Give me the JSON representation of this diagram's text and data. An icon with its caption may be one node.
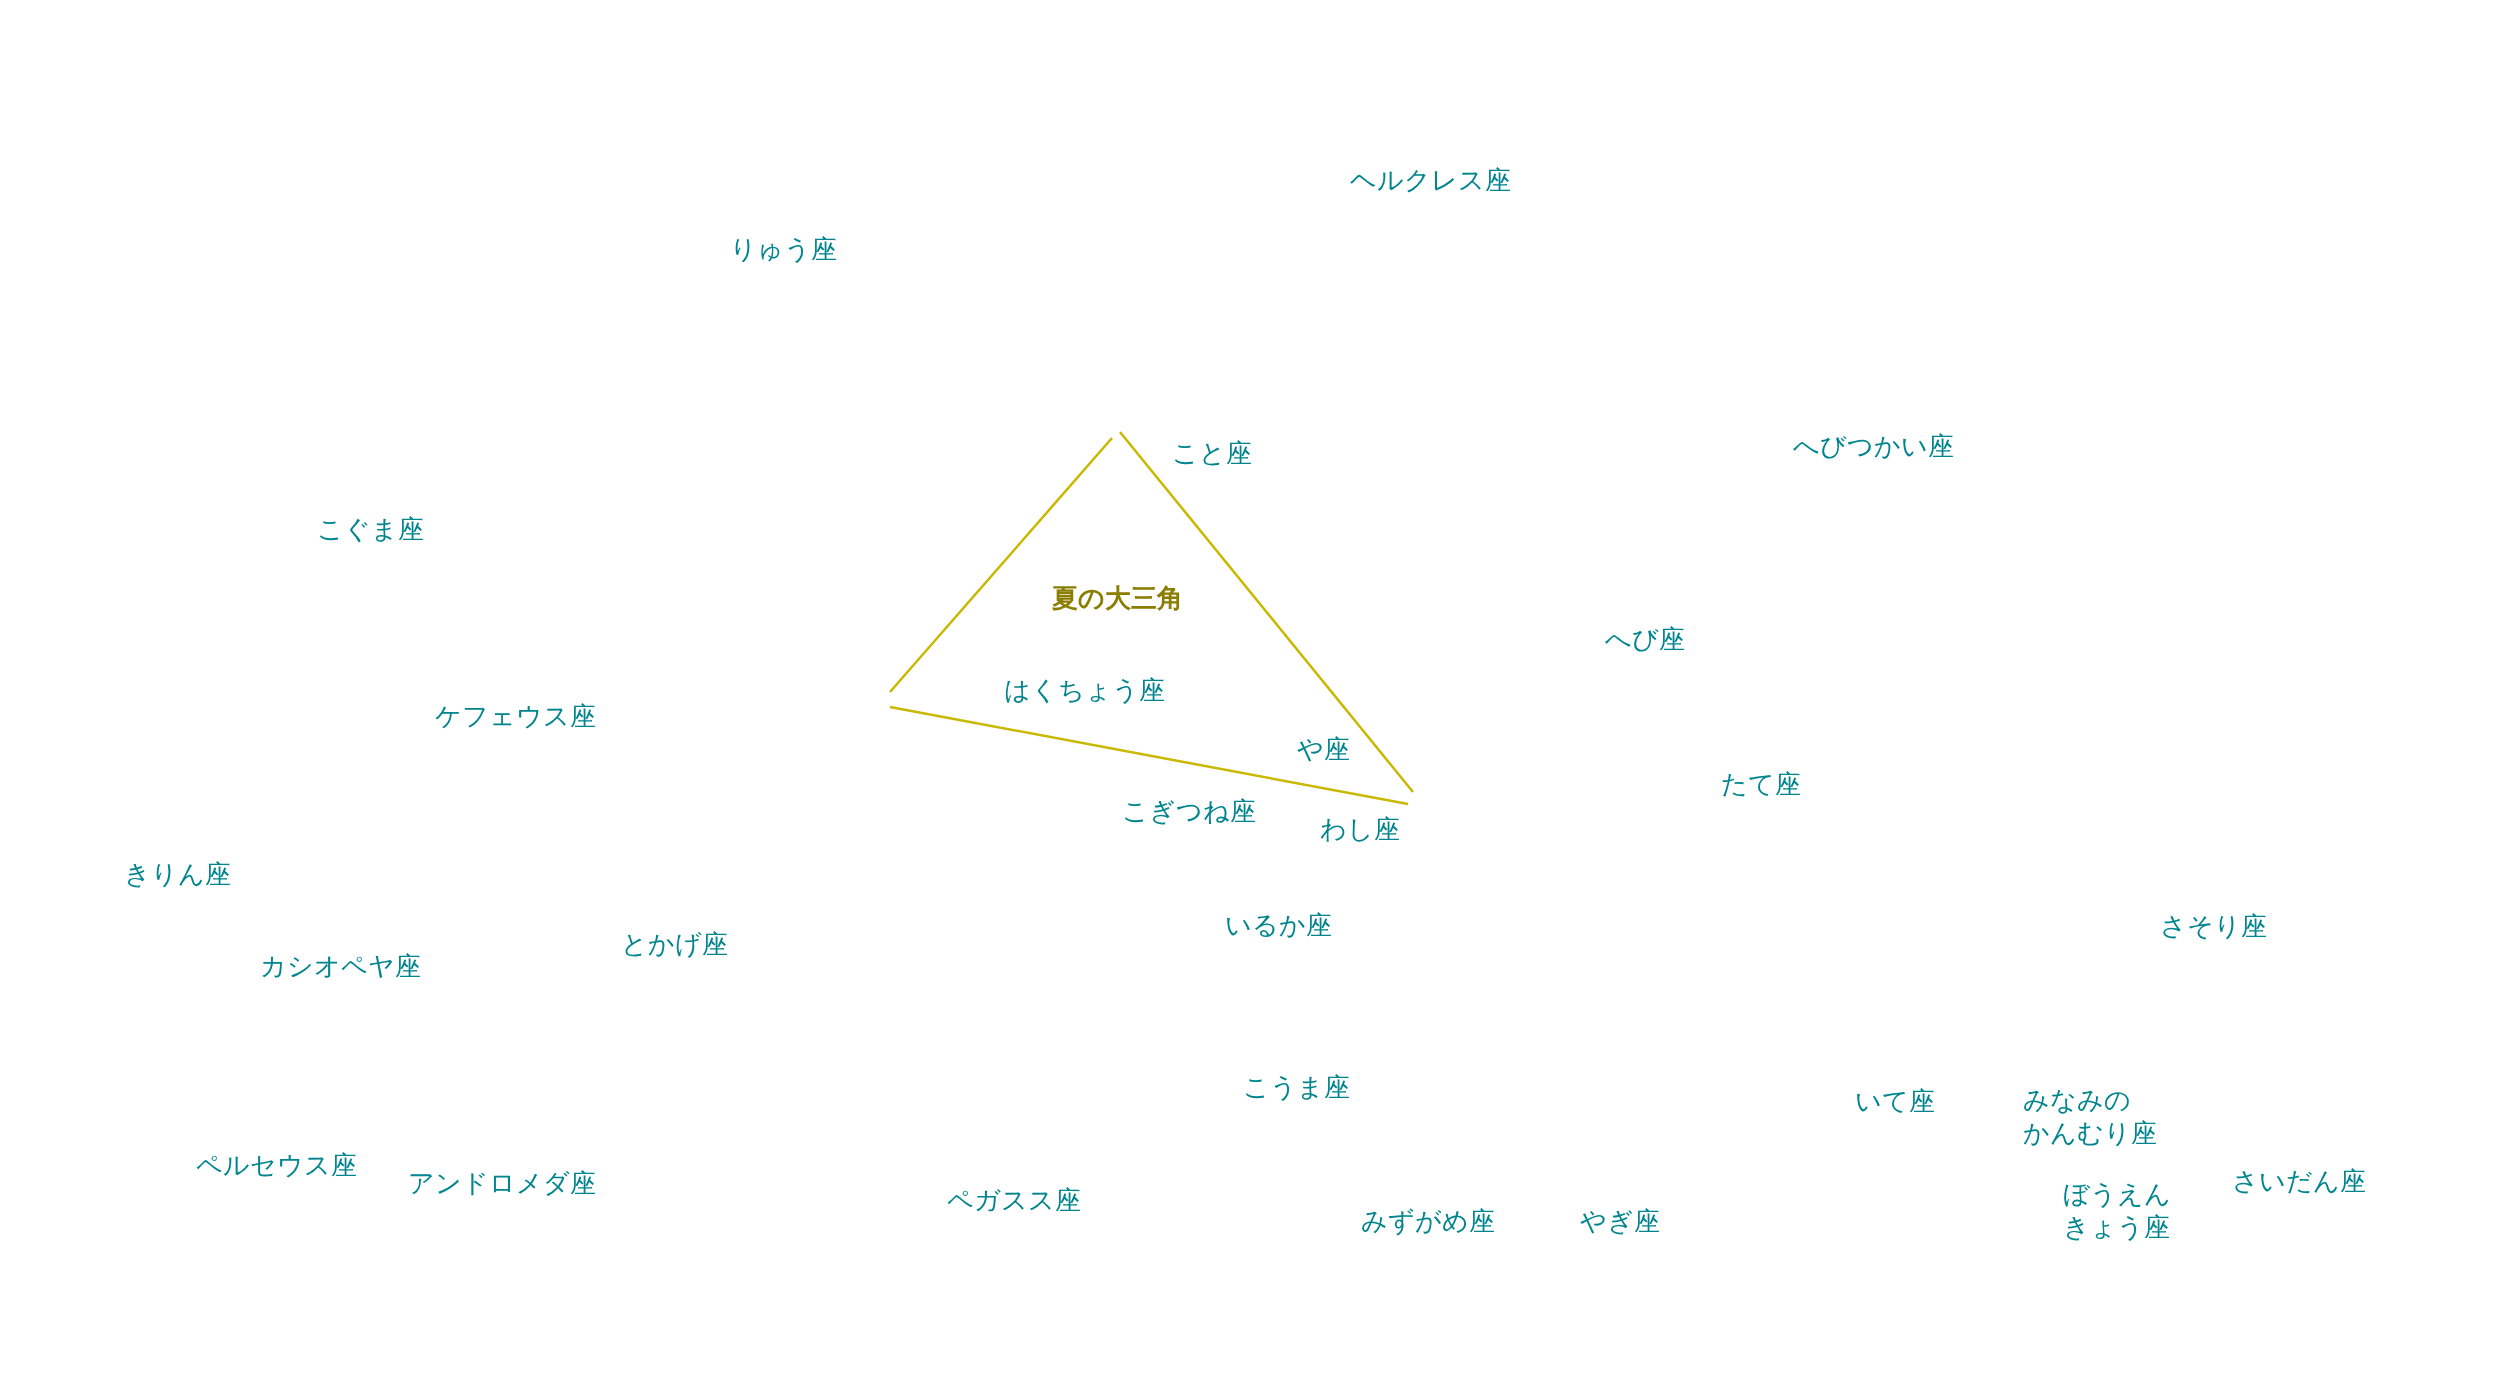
{
  "diagram": {
    "labels": [
      "ヘルクレス座",
      "りゅう座",
      "こと座",
      "へびつかい座",
      "こぐま座",
      "夏の大三角",
      "へび座",
      "はくちょう座",
      "ケフェウス座",
      "や座",
      "たて座",
      "こぎつね座",
      "わし座",
      "きりん座",
      "いるか座",
      "さそり座",
      "とかげ座",
      "カシオペヤ座",
      "こうま座",
      "いて座",
      "みなみのかんむり座",
      "ペルセウス座",
      "アンドロメダ座",
      "ペガスス座",
      "さいだん座",
      "ぼうえんきょう座",
      "みずがめ座",
      "やぎ座"
    ]
  }
}
